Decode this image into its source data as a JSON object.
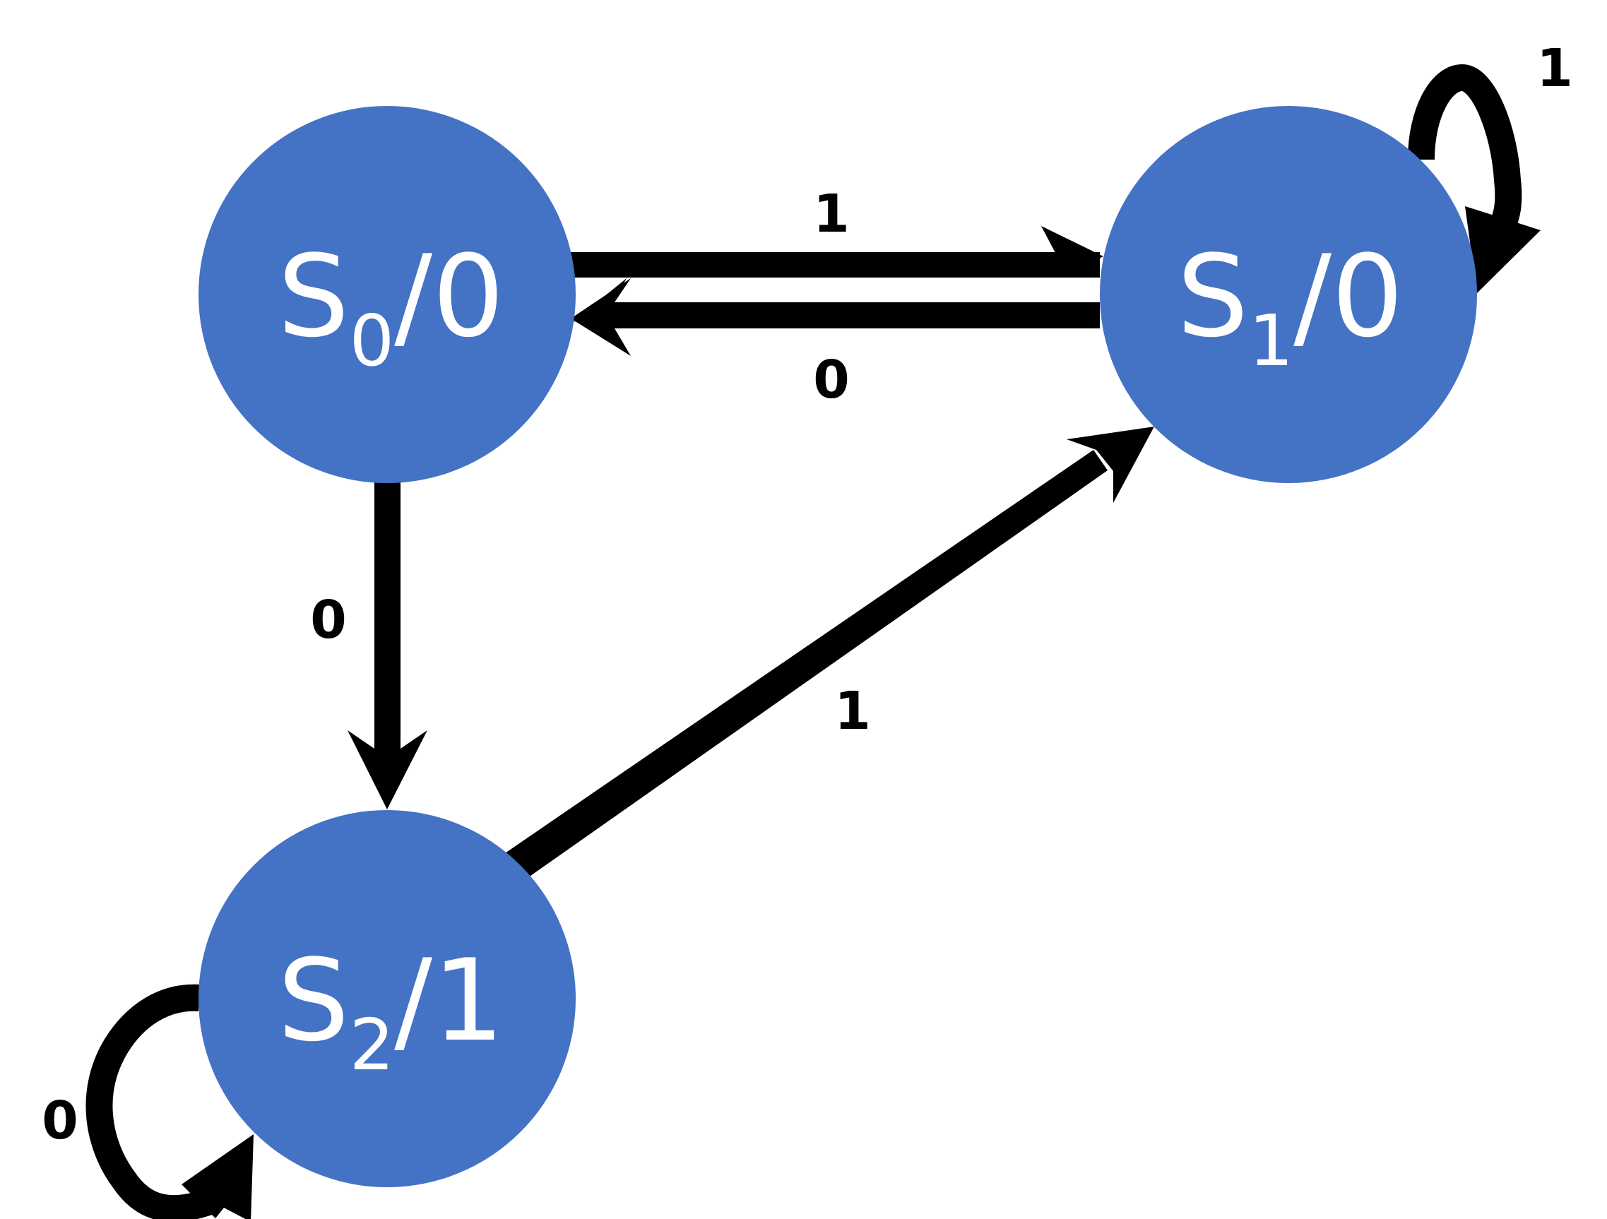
{
  "colors": {
    "state_fill": "#4472c4",
    "state_text": "#ffffff",
    "edge": "#000000",
    "background": "#ffffff"
  },
  "states": [
    {
      "id": "s0",
      "name": "S",
      "sub": "0",
      "output": "/0"
    },
    {
      "id": "s1",
      "name": "S",
      "sub": "1",
      "output": "/0"
    },
    {
      "id": "s2",
      "name": "S",
      "sub": "2",
      "output": "/1"
    }
  ],
  "transitions": [
    {
      "from": "s0",
      "to": "s1",
      "label": "1"
    },
    {
      "from": "s1",
      "to": "s0",
      "label": "0"
    },
    {
      "from": "s0",
      "to": "s2",
      "label": "0"
    },
    {
      "from": "s2",
      "to": "s1",
      "label": "1"
    },
    {
      "from": "s1",
      "to": "s1",
      "label": "1"
    },
    {
      "from": "s2",
      "to": "s2",
      "label": "0"
    }
  ]
}
